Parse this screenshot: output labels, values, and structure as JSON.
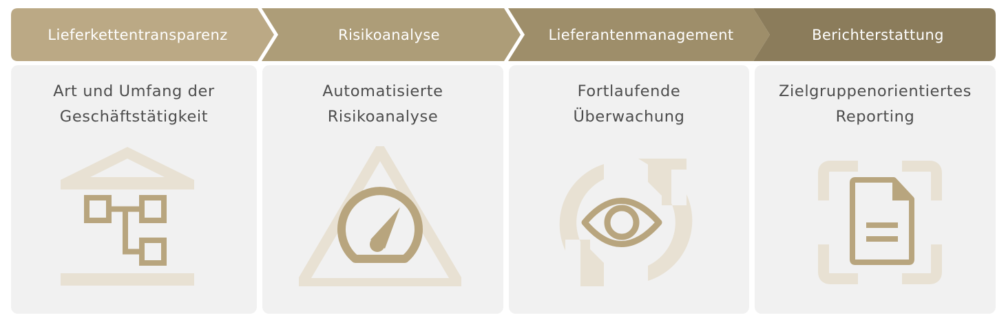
{
  "steps": [
    {
      "label": "Lieferkettentransparenz",
      "color": "#bba985"
    },
    {
      "label": "Risikoanalyse",
      "color": "#ad9d78"
    },
    {
      "label": "Lieferantenmanagement",
      "color": "#9e8e6a"
    },
    {
      "label": "Berichterstattung",
      "color": "#8b7c5b"
    }
  ],
  "cards": [
    {
      "title": "Art und Umfang der\nGeschäftstätigkeit",
      "icon": "building-org-chart-icon"
    },
    {
      "title": "Automatisierte\nRisikoanalyse",
      "icon": "speedometer-triangle-icon"
    },
    {
      "title": "Fortlaufende\nÜberwachung",
      "icon": "eye-refresh-icon"
    },
    {
      "title": "Zielgruppenorientiertes\nReporting",
      "icon": "document-scan-icon"
    }
  ],
  "colors": {
    "accent_dark": "#b8a57e",
    "accent_light": "#e8e1d3",
    "card_bg": "#f1f1f1",
    "text": "#4d4d4d"
  }
}
